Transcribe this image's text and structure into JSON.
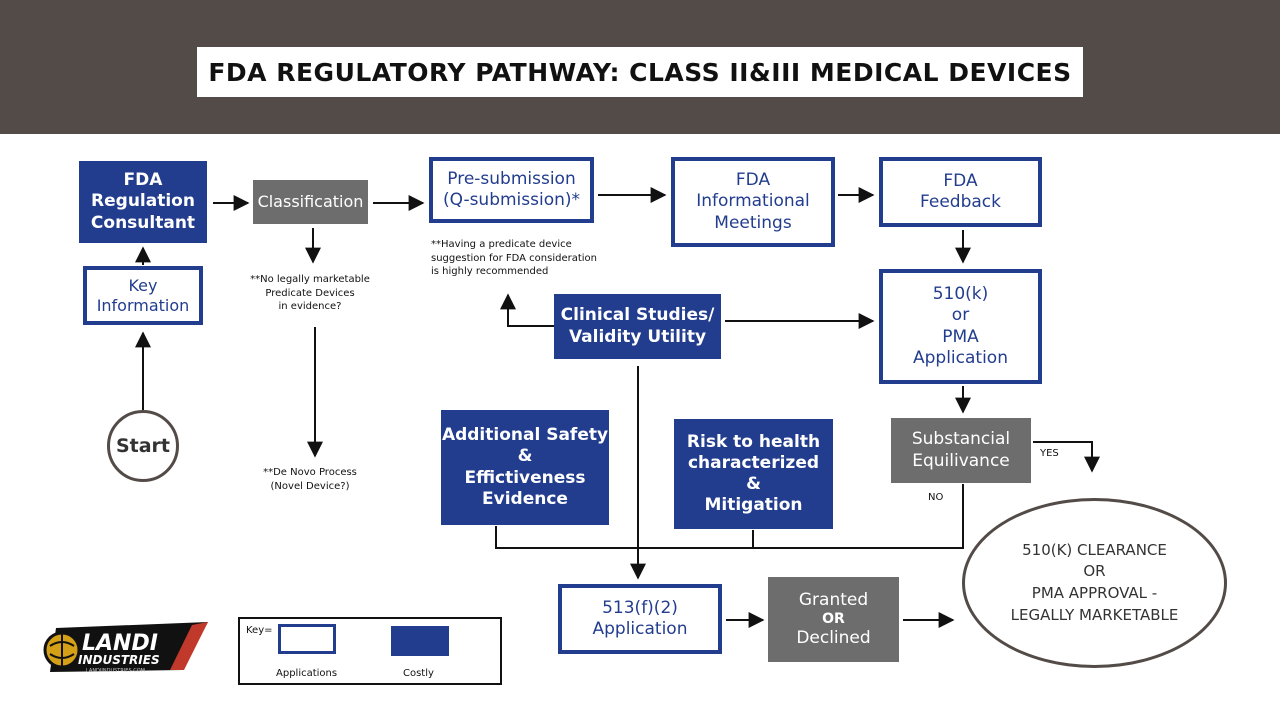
{
  "title": "FDA REGULATORY PATHWAY: CLASS II&III MEDICAL DEVICES",
  "nodes": {
    "fda_consultant": [
      "FDA",
      "Regulation",
      "Consultant"
    ],
    "key_information": [
      "Key",
      "Information"
    ],
    "classification": [
      "Classification"
    ],
    "pre_submission": [
      "Pre-submission",
      "(Q-submission)*"
    ],
    "fda_meetings": [
      "FDA",
      "Informational",
      "Meetings"
    ],
    "fda_feedback": [
      "FDA",
      "Feedback"
    ],
    "application_510k": [
      "510(k)",
      "or",
      "PMA",
      "Application"
    ],
    "clinical_studies": [
      "Clinical Studies/",
      "Validity Utility"
    ],
    "additional_safety": [
      "Additional Safety",
      "&",
      "Effictiveness",
      "Evidence"
    ],
    "risk_to_health": [
      "Risk to health",
      "characterized",
      "&",
      "Mitigation"
    ],
    "substancial": [
      "Substancial",
      "Equilivance"
    ],
    "application_513": [
      "513(f)(2)",
      "Application"
    ],
    "granted": [
      "Granted",
      "OR",
      "Declined"
    ],
    "start": "Start",
    "final": [
      "510(K) CLEARANCE",
      "OR",
      "PMA APPROVAL -",
      "LEGALLY MARKETABLE"
    ]
  },
  "notes": {
    "predicate": [
      "**Having a predicate device",
      "suggestion for FDA consideration",
      "is highly recommended"
    ],
    "no_predicate": [
      "**No legally marketable",
      "Predicate Devices",
      "in evidence?"
    ],
    "de_novo": [
      "**De Novo Process",
      "(Novel Device?)"
    ],
    "yes": "YES",
    "no": "NO"
  },
  "key": {
    "title": "Key=",
    "applications": "Applications",
    "costly": "Costly"
  },
  "logo": {
    "line1": "LANDI",
    "line2": "INDUSTRIES",
    "line3": "LANDIINDUSTRIES.COM"
  },
  "colors": {
    "header": "#534b47",
    "blue": "#233d8e",
    "grey": "#6d6d6d"
  }
}
